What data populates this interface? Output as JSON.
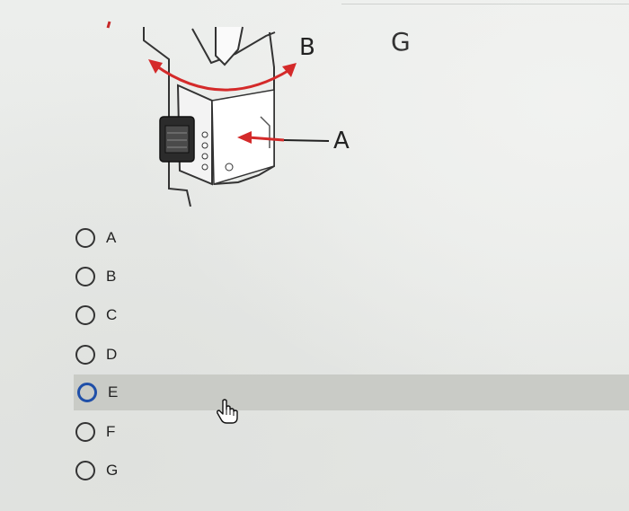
{
  "figure": {
    "labels": {
      "a": "A",
      "b": "B",
      "g": "G"
    },
    "arrow_color": "#d42a2a"
  },
  "question": {
    "options": [
      {
        "label": "A"
      },
      {
        "label": "B"
      },
      {
        "label": "C"
      },
      {
        "label": "D"
      },
      {
        "label": "E",
        "hovered": true
      },
      {
        "label": "F"
      },
      {
        "label": "G"
      }
    ]
  },
  "cursor": {
    "icon": "hand-pointer-icon"
  }
}
